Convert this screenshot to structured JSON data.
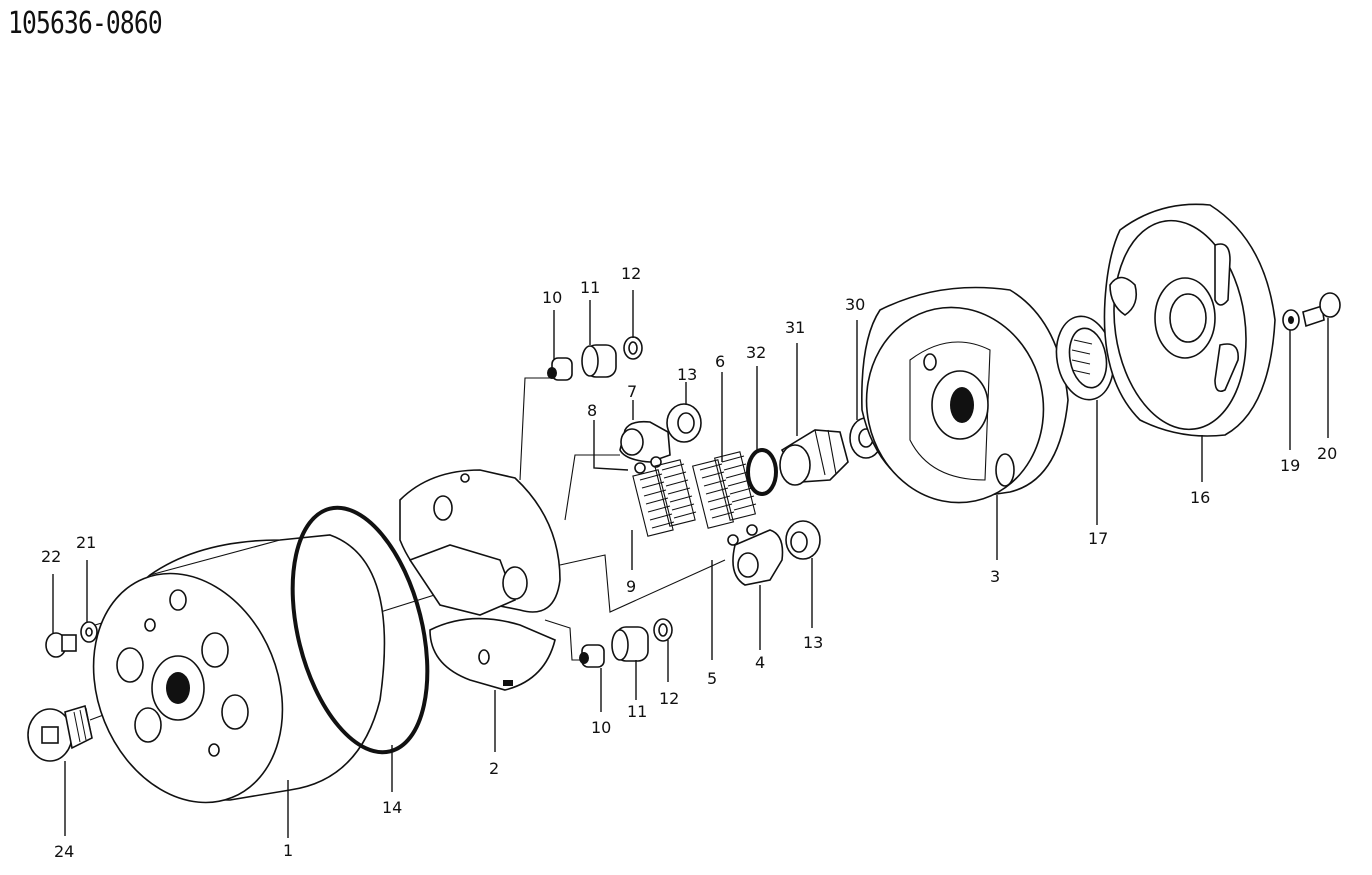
{
  "header": {
    "part_number": "105636-0860"
  },
  "callouts": {
    "c1": "1",
    "c2": "2",
    "c3": "3",
    "c4": "4",
    "c5": "5",
    "c6": "6",
    "c7": "7",
    "c8": "8",
    "c9": "9",
    "c10a": "10",
    "c10b": "10",
    "c11a": "11",
    "c11b": "11",
    "c12a": "12",
    "c12b": "12",
    "c13a": "13",
    "c13b": "13",
    "c14": "14",
    "c16": "16",
    "c17": "17",
    "c19": "19",
    "c20": "20",
    "c21": "21",
    "c22": "22",
    "c24": "24",
    "c30": "30",
    "c31": "31",
    "c32": "32"
  }
}
